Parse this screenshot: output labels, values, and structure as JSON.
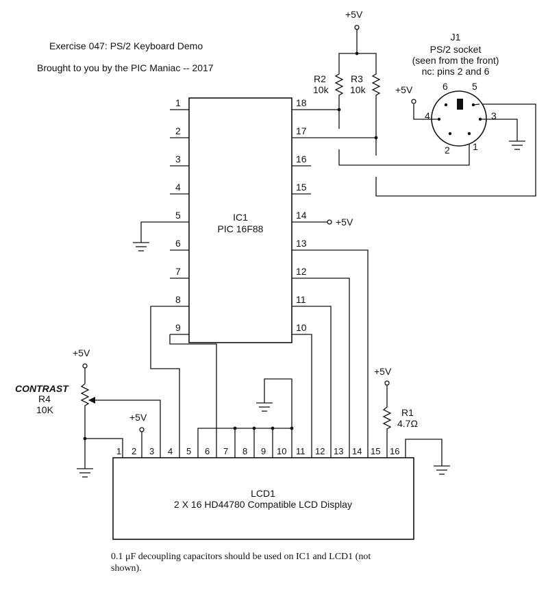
{
  "header": {
    "title": "Exercise 047: PS/2 Keyboard Demo",
    "credit": "Brought to you by the PIC Maniac -- 2017"
  },
  "ic1": {
    "ref": "IC1",
    "part": "PIC 16F88",
    "left_pins": [
      "1",
      "2",
      "3",
      "4",
      "5",
      "6",
      "7",
      "8",
      "9"
    ],
    "right_pins": [
      "18",
      "17",
      "16",
      "15",
      "14",
      "13",
      "12",
      "11",
      "10"
    ]
  },
  "supply": {
    "top": "+5V",
    "pin14": "+5V",
    "j1": "+5V",
    "lcd_pin2": "+5V",
    "r1": "+5V",
    "r4": "+5V"
  },
  "r2": {
    "ref": "R2",
    "value": "10k"
  },
  "r3": {
    "ref": "R3",
    "value": "10k"
  },
  "j1": {
    "ref": "J1",
    "name": "PS/2 socket",
    "view": "(seen from the front)",
    "nc": "nc: pins 2 and 6",
    "pins": [
      "6",
      "5",
      "4",
      "3",
      "2",
      "1"
    ]
  },
  "r4": {
    "label": "CONTRAST",
    "ref": "R4",
    "value": "10K"
  },
  "r1": {
    "ref": "R1",
    "value": "4.7Ω"
  },
  "lcd": {
    "ref": "LCD1",
    "desc": "2 X 16 HD44780 Compatible LCD Display",
    "pins": [
      "1",
      "2",
      "3",
      "4",
      "5",
      "6",
      "7",
      "8",
      "9",
      "10",
      "11",
      "12",
      "13",
      "14",
      "15",
      "16"
    ]
  },
  "footnote": {
    "line1": "0.1 μF decoupling capacitors should be used on IC1 and LCD1 (not",
    "line2": "shown)."
  }
}
